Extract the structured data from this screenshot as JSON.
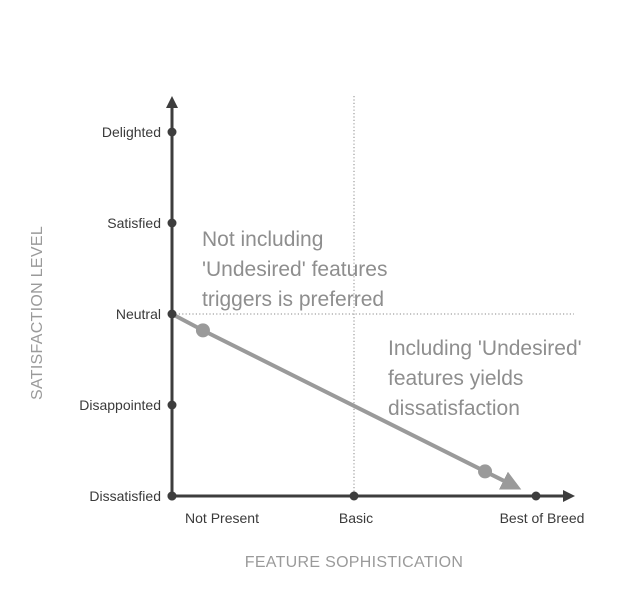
{
  "chart_data": {
    "type": "line",
    "xlabel": "FEATURE SOPHISTICATION",
    "ylabel": "SATISFACTION LEVEL",
    "x_categories": [
      "Not Present",
      "Basic",
      "Best of Breed"
    ],
    "y_categories": [
      "Dissatisfied",
      "Disappointed",
      "Neutral",
      "Satisfied",
      "Delighted"
    ],
    "xlim": [
      0,
      2.2
    ],
    "ylim": [
      0,
      4.4
    ],
    "grid": {
      "vertical_reference_x": 1,
      "horizontal_reference_y": 2
    },
    "series": [
      {
        "x": [
          0,
          0.17,
          1.72,
          1.87
        ],
        "y": [
          2,
          1.82,
          0.27,
          0.12
        ],
        "markers_at": [
          1,
          2
        ],
        "arrow_end": true,
        "color": "#9a9a9a"
      }
    ],
    "annotations": [
      {
        "lines": [
          "Not including",
          "'Undesired' features",
          "triggers is preferred"
        ]
      },
      {
        "lines": [
          "Including 'Undesired'",
          "features yields",
          "dissatisfaction"
        ]
      }
    ],
    "colors": {
      "axis": "#3d3d3d",
      "line": "#9a9a9a",
      "text": "#3a3a3a",
      "muted_text": "#8e8e8e"
    }
  }
}
